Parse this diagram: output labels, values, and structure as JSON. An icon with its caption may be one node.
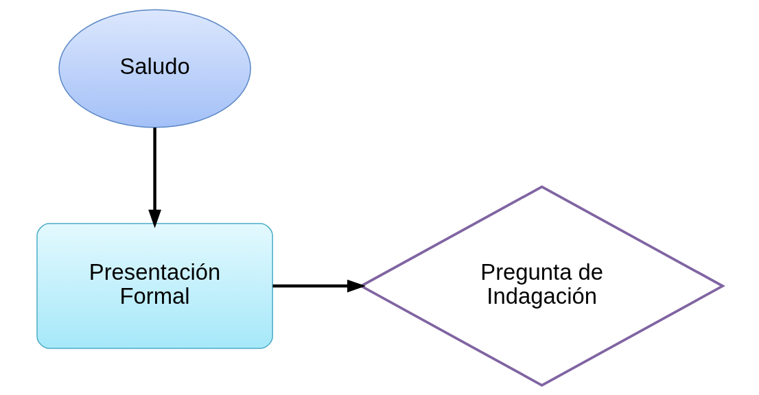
{
  "diagram": {
    "nodes": [
      {
        "text": [
          "Saludo"
        ]
      },
      {
        "text": [
          "Presentación Formal"
        ]
      },
      {
        "text": [
          "Pregunta de Indagación"
        ]
      }
    ],
    "edges": [
      {
        "from": 0,
        "to": 1,
        "arrow": "to"
      },
      {
        "from": 1,
        "to": 2,
        "arrow": "to"
      }
    ]
  }
}
